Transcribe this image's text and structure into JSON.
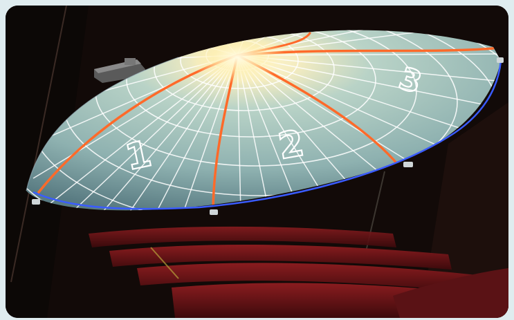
{
  "sections": [
    {
      "id": "section-1",
      "label": "1"
    },
    {
      "id": "section-2",
      "label": "2"
    },
    {
      "id": "section-3",
      "label": "3"
    }
  ]
}
